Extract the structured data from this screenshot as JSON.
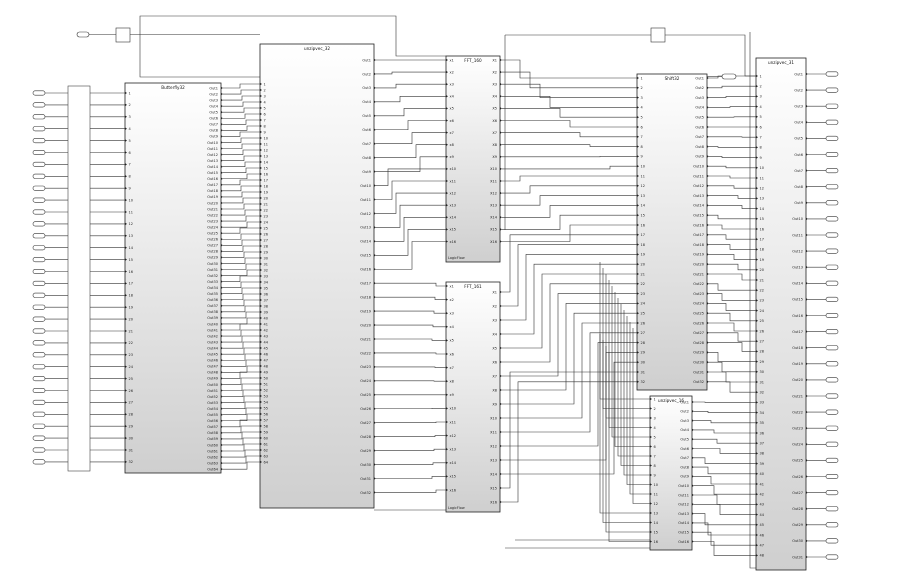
{
  "diagram": {
    "blocks": [
      {
        "id": "butterfly",
        "title": "Butterfly32",
        "in_prefix": "",
        "in_count": 32,
        "out_prefix": "Out",
        "out_count": 64
      },
      {
        "id": "unzip_a",
        "title": "unzipvec_32",
        "in_prefix": "",
        "in_count": 64,
        "out_prefix": "Out",
        "out_count": 32
      },
      {
        "id": "fft_a",
        "title": "FFT_160",
        "in_prefix": "x",
        "in_count": 16,
        "out_prefix": "X",
        "out_count": 16,
        "extra_label": "LogicFlow"
      },
      {
        "id": "fft_b",
        "title": "FFT_161",
        "in_prefix": "x",
        "in_count": 16,
        "out_prefix": "X",
        "out_count": 16,
        "extra_label": "LogicFlow"
      },
      {
        "id": "shift",
        "title": "Shift32",
        "in_prefix": "",
        "in_count": 32,
        "out_prefix": "Out",
        "out_count": 32
      },
      {
        "id": "unzip_b",
        "title": "unzipvec_16",
        "in_prefix": "",
        "in_count": 16,
        "out_prefix": "Out",
        "out_count": 16
      },
      {
        "id": "unzip_c",
        "title": "unzipvec_31",
        "in_prefix": "",
        "in_count": 48,
        "out_prefix": "Out",
        "out_count": 32
      }
    ]
  }
}
